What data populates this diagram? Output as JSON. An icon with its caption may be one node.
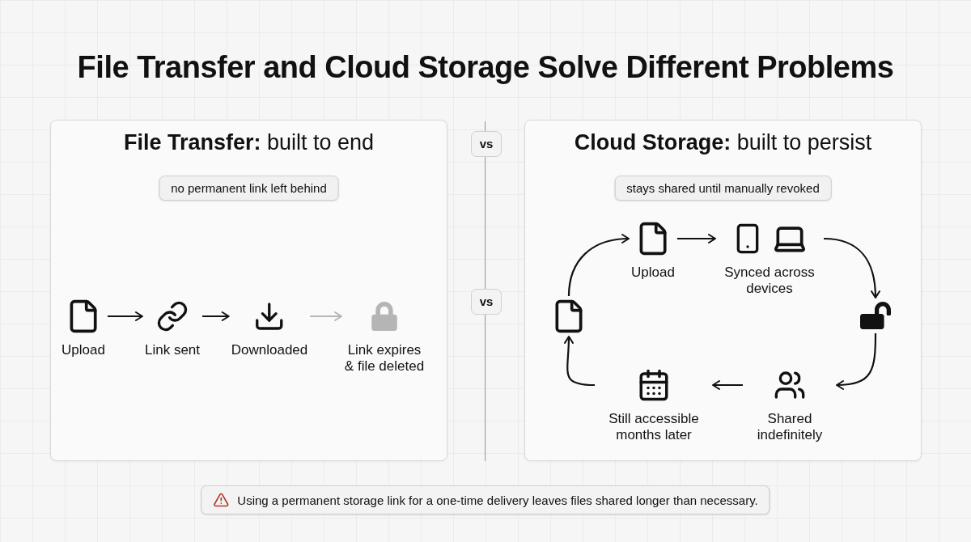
{
  "diagram": {
    "title": "File Transfer and Cloud Storage Solve Different Problems",
    "nodes": [
      {
        "text": [
          "**File Transfer:** built to end"
        ]
      },
      {
        "text": [
          "no permanent link left behind"
        ],
        "in": 0
      },
      {
        "text": [
          "Upload"
        ],
        "in": 0
      },
      {
        "text": [
          "Link sent"
        ],
        "in": 0
      },
      {
        "text": [
          "Downloaded"
        ],
        "in": 0
      },
      {
        "text": [
          "Link expires & file deleted"
        ],
        "in": 0
      },
      {
        "text": [
          "**Cloud Storage:** built to persist"
        ]
      },
      {
        "text": [
          "stays shared until manually revoked"
        ],
        "in": 6
      },
      {
        "text": [],
        "shape": "picture",
        "in": 6
      },
      {
        "text": [
          "Upload"
        ],
        "in": 6
      },
      {
        "text": [
          "Synced across devices"
        ],
        "in": 6
      },
      {
        "text": [],
        "shape": "picture",
        "in": 6
      },
      {
        "text": [
          "Shared indefinitely"
        ],
        "in": 6
      },
      {
        "text": [
          "Still accessible months later"
        ],
        "in": 6
      },
      {
        "text": [
          "Using a permanent storage link for a one-time delivery leaves files shared longer than necessary."
        ]
      }
    ],
    "edges": [
      {
        "from": 2,
        "to": 3,
        "arrow": "to"
      },
      {
        "from": 3,
        "to": 4,
        "arrow": "to"
      },
      {
        "from": 4,
        "to": 5,
        "arrow": "to",
        "color": "#b5b5b5"
      },
      {
        "from": 8,
        "to": 9,
        "arrow": "to"
      },
      {
        "from": 9,
        "to": 10,
        "arrow": "to"
      },
      {
        "from": 10,
        "to": 11,
        "arrow": "to"
      },
      {
        "from": 11,
        "to": 12,
        "arrow": "to"
      },
      {
        "from": 12,
        "to": 13,
        "arrow": "to"
      },
      {
        "from": 13,
        "to": 8,
        "arrow": "to"
      }
    ],
    "labels": [
      "vs",
      "vs"
    ]
  }
}
